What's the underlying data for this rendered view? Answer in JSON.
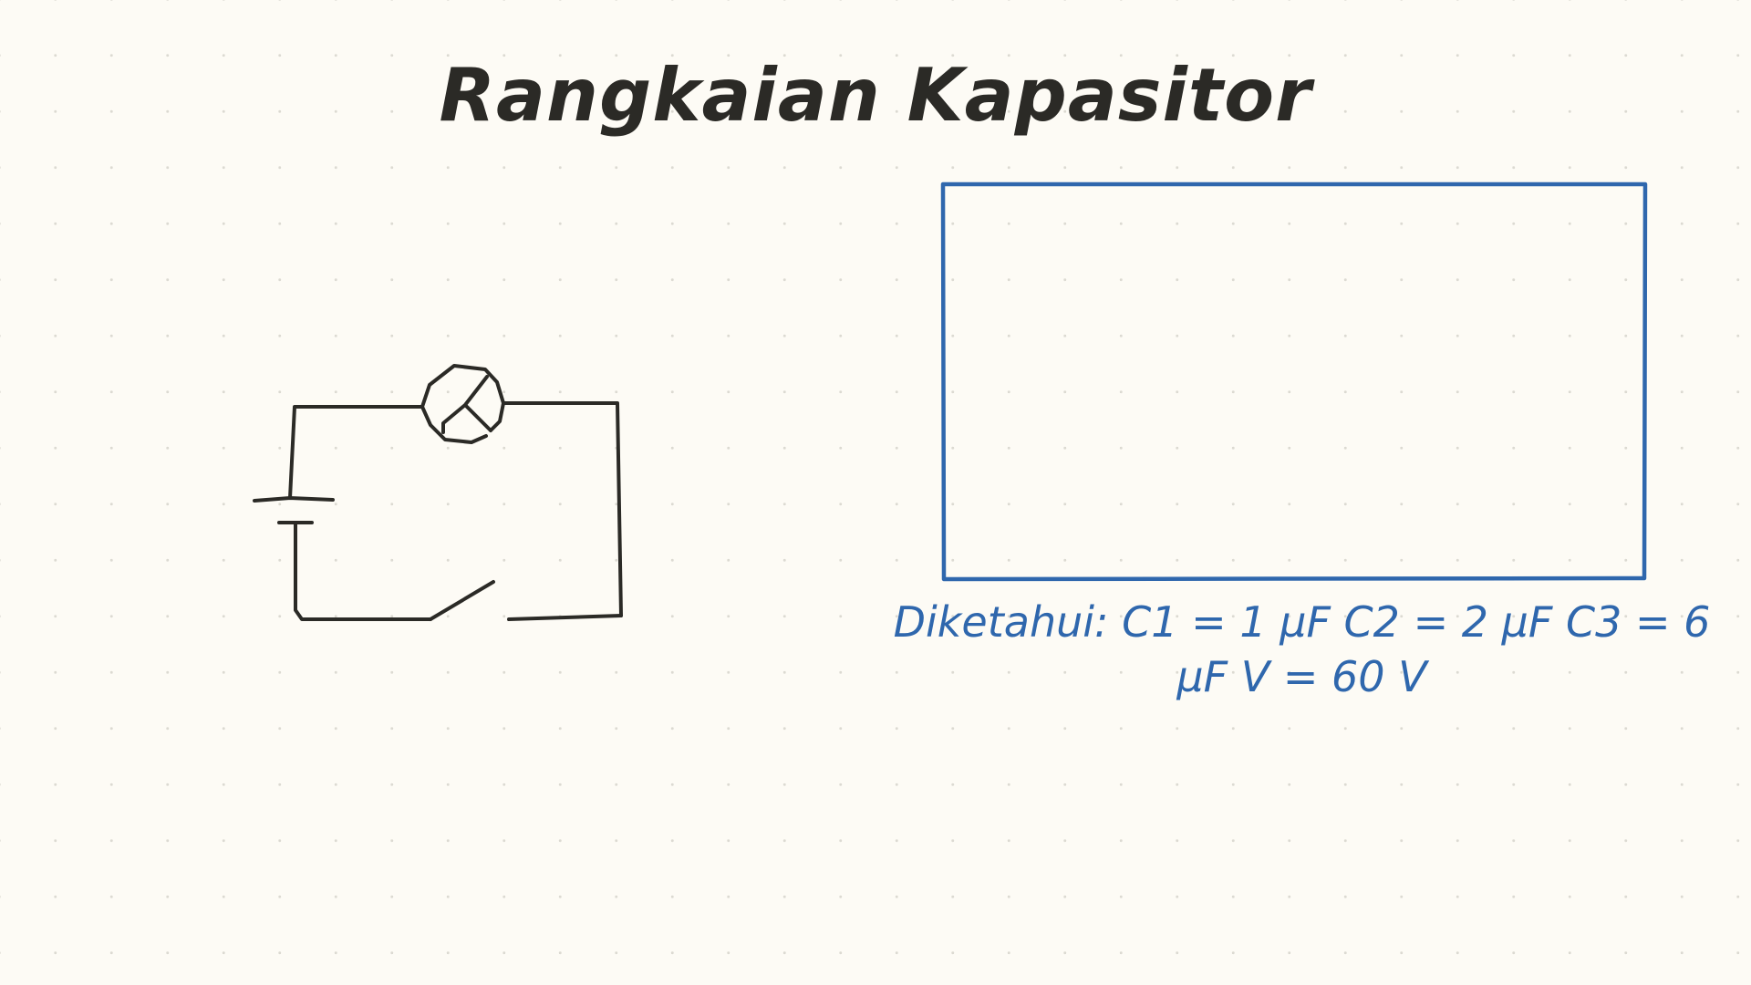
{
  "title": "Rangkaian Kapasitor",
  "note": {
    "line1": "Diketahui: C1 = 1 μF C2 = 2 μF C3 = 6",
    "line2": "μF V = 60 V"
  },
  "colors": {
    "background": "#fdfbf5",
    "ink": "#2b2a26",
    "accent_blue": "#2f67ad",
    "grid_dot": "#dcdad2"
  },
  "elements": [
    {
      "kind": "circuit",
      "components": [
        "battery-icon",
        "lamp-icon",
        "switch-icon",
        "wires"
      ]
    },
    {
      "kind": "rectangle",
      "stroke": "accent_blue",
      "fill": "none"
    }
  ]
}
